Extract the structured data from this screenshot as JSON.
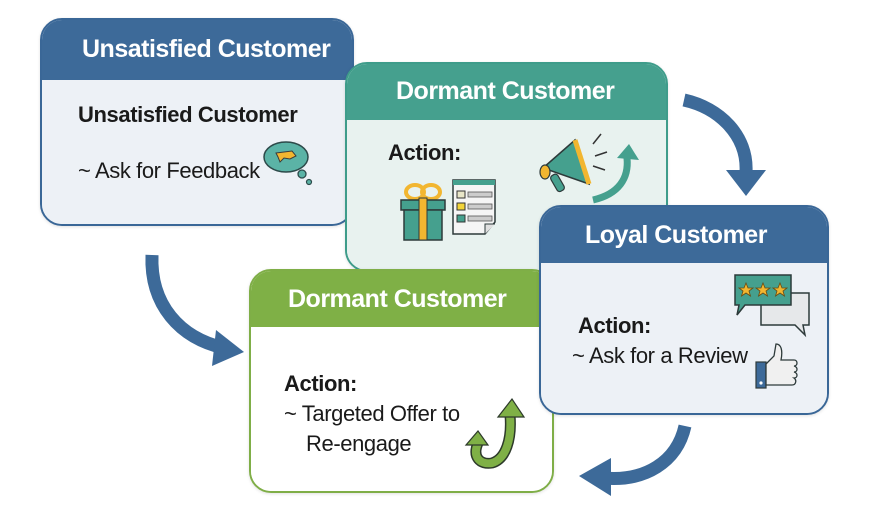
{
  "diagram": {
    "colors": {
      "blue": "#3d6a99",
      "teal": "#45a08e",
      "green": "#7fb046",
      "gold": "#f2b630",
      "arrow": "#3d6a99"
    },
    "cards": [
      {
        "id": "unsatisfied",
        "header": "Unsatisfied Customer",
        "subtitle": "Unsatisfied Customer",
        "action_line": "~ Ask for Feedback",
        "icon": "thought-bubble-icon"
      },
      {
        "id": "dormant-teal",
        "header": "Dormant Customer",
        "action_label": "Action:",
        "icons": [
          "gift-icon",
          "checklist-icon",
          "megaphone-icon",
          "curved-up-arrow-icon"
        ]
      },
      {
        "id": "loyal",
        "header": "Loyal Customer",
        "action_label": "Action:",
        "action_line": "~ Ask for a Review",
        "icons": [
          "star-rating-chat-icon",
          "thumbs-up-icon"
        ]
      },
      {
        "id": "dormant-green",
        "header": "Dormant Customer",
        "action_label": "Action:",
        "action_line_1": "~ Targeted Offer to",
        "action_line_2": "Re-engage",
        "icon": "u-turn-arrow-icon"
      }
    ],
    "connectors": [
      {
        "from": "dormant-teal",
        "to": "loyal"
      },
      {
        "from": "loyal",
        "to": "dormant-green"
      },
      {
        "from": "unsatisfied",
        "to": "dormant-green"
      }
    ]
  }
}
